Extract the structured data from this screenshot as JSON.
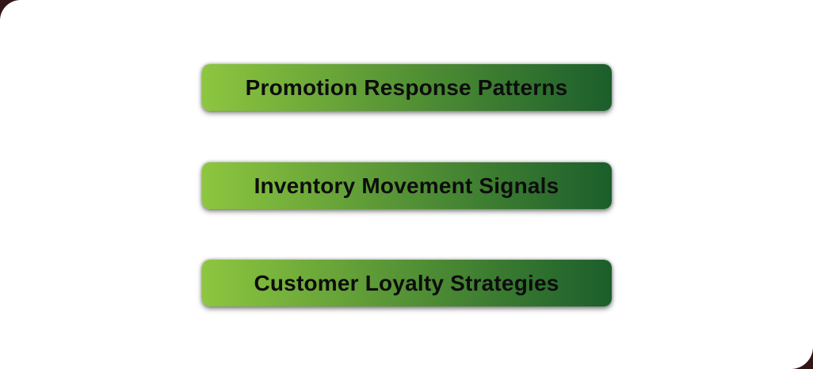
{
  "page": {
    "background_color": "#331717",
    "card_color": "#ffffff"
  },
  "colors": {
    "gradient_start": "#8dc63f",
    "gradient_end": "#1b5e2b",
    "text": "#0d0d0d"
  },
  "banners": [
    {
      "label": "Promotion Response Patterns"
    },
    {
      "label": "Inventory Movement Signals"
    },
    {
      "label": "Customer Loyalty Strategies"
    }
  ]
}
